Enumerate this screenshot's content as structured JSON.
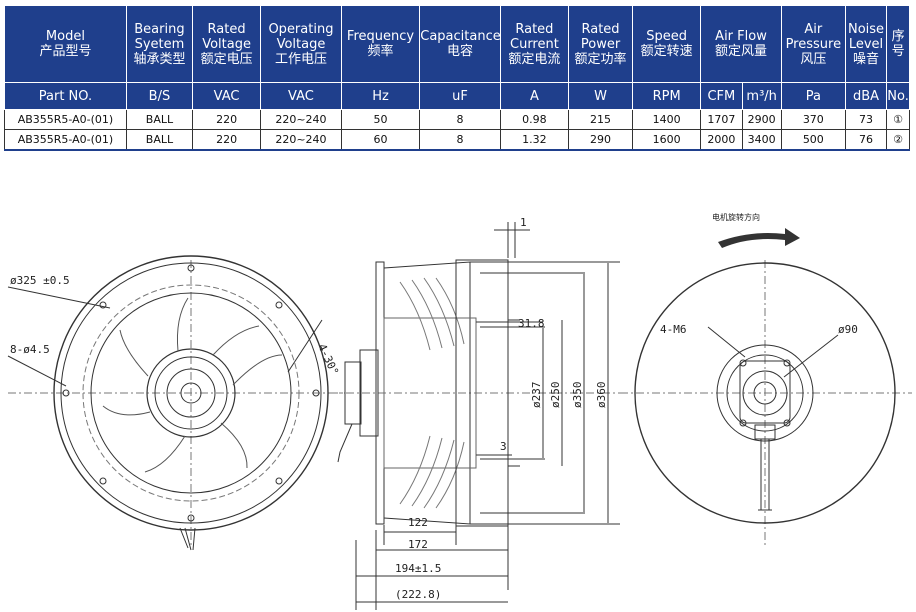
{
  "spec_table": {
    "headers": [
      {
        "en": "Model",
        "cn": "产品型号",
        "unit": "Part NO."
      },
      {
        "en": "Bearing Syetem",
        "cn": "轴承类型",
        "unit": "B/S"
      },
      {
        "en": "Rated Voltage",
        "cn": "额定电压",
        "unit": "VAC"
      },
      {
        "en": "Operating Voltage",
        "cn": "工作电压",
        "unit": "VAC"
      },
      {
        "en": "Frequency",
        "cn": "频率",
        "unit": "Hz"
      },
      {
        "en": "Capacitance",
        "cn": "电容",
        "unit": "uF"
      },
      {
        "en": "Rated Current",
        "cn": "额定电流",
        "unit": "A"
      },
      {
        "en": "Rated Power",
        "cn": "额定功率",
        "unit": "W"
      },
      {
        "en": "Speed",
        "cn": "额定转速",
        "unit": "RPM"
      },
      {
        "en": "Air Flow",
        "cn": "额定风量",
        "unit_cfm": "CFM",
        "unit_m3h": "m³/h"
      },
      {
        "en": "Air Pressure",
        "cn": "风压",
        "unit": "Pa"
      },
      {
        "en": "Noise Level",
        "cn": "噪音",
        "unit": "dBA"
      },
      {
        "en": "",
        "cn": "序号",
        "unit": "No."
      }
    ],
    "rows": [
      [
        "AB355R5-A0-(01)",
        "BALL",
        "220",
        "220~240",
        "50",
        "8",
        "0.98",
        "215",
        "1400",
        "1707",
        "2900",
        "370",
        "73",
        "①"
      ],
      [
        "AB355R5-A0-(01)",
        "BALL",
        "220",
        "220~240",
        "60",
        "8",
        "1.32",
        "290",
        "1600",
        "2000",
        "3400",
        "500",
        "76",
        "②"
      ]
    ]
  },
  "drawing": {
    "front_view": {
      "hole_dia": "ø325 ±0.5",
      "mount_holes": "8-ø4.5",
      "angle": "4-30°"
    },
    "side_view": {
      "top_offset": "1",
      "hub_depth": "31.8",
      "dia_237": "ø237",
      "dia_250": "ø250",
      "dia_350": "ø350",
      "dia_360": "ø360",
      "gap_3": "3",
      "len_122": "122",
      "len_172": "172",
      "len_194": "194±1.5",
      "len_2228": "(222.8)"
    },
    "back_view": {
      "rotation_label": "电机旋转方向",
      "screws": "4-M6",
      "hub_dia": "ø90"
    }
  },
  "colors": {
    "header_bg": "#1f3f8c",
    "header_text": "#ffffff"
  }
}
